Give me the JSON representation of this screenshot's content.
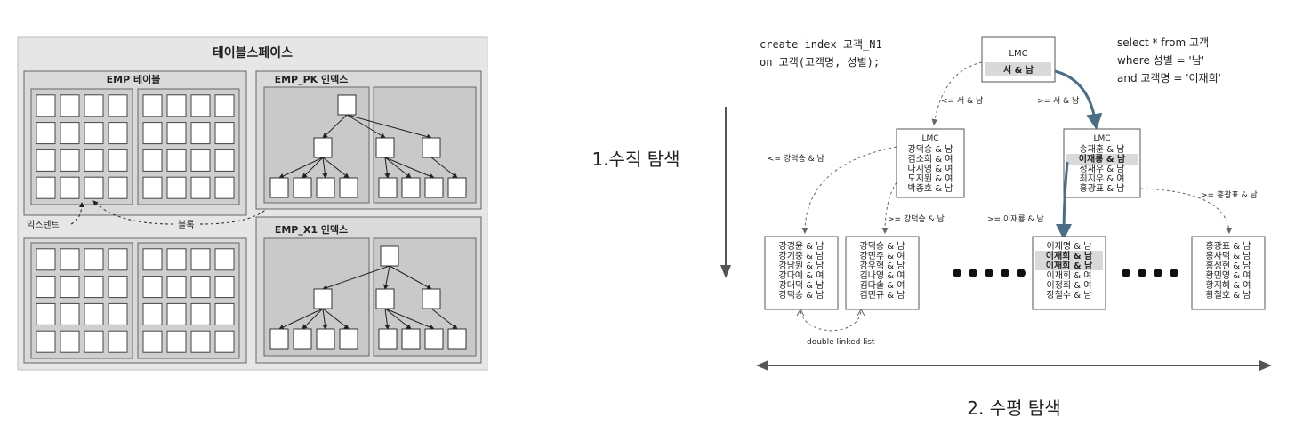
{
  "tablespace": {
    "title": "테이블스페이스",
    "emp_table_label": "EMP 테이블",
    "emp_pk_label": "EMP_PK 인덱스",
    "emp_x1_label": "EMP_X1 인덱스",
    "extent_label": "익스텐트",
    "block_label": "블록"
  },
  "vertical_search_label": "1.수직 탐색",
  "horizontal_search_label": "2. 수평 탐색",
  "sql_left": [
    "create index 고객_N1",
    "on 고객(고객명, 성별);"
  ],
  "sql_right": [
    "select * from  고객",
    "where  성별 = '남'",
    "and     고객명 = '이재희'"
  ],
  "root": {
    "title": "LMC",
    "entry": "서 & 남"
  },
  "branch_left": {
    "title": "LMC",
    "entries": [
      "강덕승 & 남",
      "김소희 & 여",
      "나지영 & 여",
      "도지원 & 여",
      "박종호 & 남"
    ]
  },
  "branch_right": {
    "title": "LMC",
    "entries": [
      "송재훈 & 남",
      "이재룡 & 남",
      "정재우 & 남",
      "최지우 & 여",
      "홍광표 & 남"
    ],
    "highlight": 1
  },
  "leaves": [
    {
      "entries": [
        "강경윤 & 남",
        "강기중 & 남",
        "강남원 & 남",
        "강다예 & 여",
        "강대덕 & 남",
        "강덕승 & 남"
      ]
    },
    {
      "entries": [
        "강덕승 & 남",
        "강민주 & 여",
        "강우혁 & 남",
        "김나영 & 여",
        "김다솔 & 여",
        "김민규 & 남"
      ]
    },
    {
      "entries": [
        "이재명 & 남",
        "이재희 & 남",
        "이재희 & 남",
        "이재희 & 여",
        "이정희 & 여",
        "장철수 & 남"
      ],
      "highlight": [
        1,
        2
      ]
    },
    {
      "entries": [
        "홍광표 & 남",
        "홍사덕 & 남",
        "홍성현 & 남",
        "황민영 & 여",
        "황지혜 & 여",
        "황철호 & 남"
      ]
    }
  ],
  "edge_labels": {
    "root_left": "<= 서 & 남",
    "root_right": ">= 서 & 남",
    "branch_left_left": "<= 강덕승 & 남",
    "branch_left_right": ">= 강덕승 & 남",
    "branch_right_down": ">= 이재룡 & 남",
    "branch_right_right": ">= 홍광표 & 남"
  },
  "double_linked_list_label": "double linked list"
}
